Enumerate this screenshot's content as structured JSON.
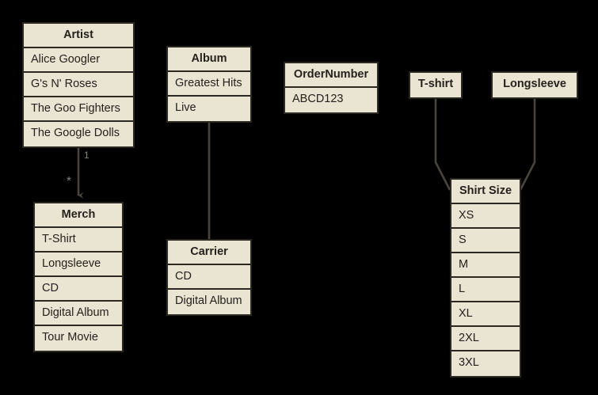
{
  "diagram": {
    "type": "entity-relationship",
    "background_color": "#000000",
    "entity_fill_color": "#EAE4D3",
    "entity_border_color": "#2B2721",
    "text_color": "#25211C",
    "connector_color": "#4A443C",
    "label_color": "#8A8478"
  },
  "entities": {
    "artist": {
      "title": "Artist",
      "rows": [
        "Alice Googler",
        "G's N' Roses",
        "The Goo Fighters",
        "The Google Dolls"
      ]
    },
    "album": {
      "title": "Album",
      "rows": [
        "Greatest Hits",
        "Live"
      ]
    },
    "order_number": {
      "title": "OrderNumber",
      "rows": [
        "ABCD123"
      ]
    },
    "tshirt": {
      "title": "T-shirt",
      "rows": []
    },
    "longsleeve": {
      "title": "Longsleeve",
      "rows": []
    },
    "merch": {
      "title": "Merch",
      "rows": [
        "T-Shirt",
        "Longsleeve",
        "CD",
        "Digital Album",
        "Tour Movie"
      ]
    },
    "carrier": {
      "title": "Carrier",
      "rows": [
        "CD",
        "Digital Album"
      ]
    },
    "shirt_size": {
      "title": "Shirt Size",
      "rows": [
        "XS",
        "S",
        "M",
        "L",
        "XL",
        "2XL",
        "3XL"
      ]
    }
  },
  "connectors": {
    "artist_to_merch": {
      "from": "artist",
      "to": "merch",
      "source_cardinality": "1",
      "target_cardinality": "*",
      "arrow": "down"
    },
    "album_to_carrier": {
      "from": "album",
      "to": "carrier",
      "source_cardinality": "",
      "target_cardinality": "",
      "arrow": "none"
    },
    "tshirt_to_shirt_size": {
      "from": "tshirt",
      "to": "shirt_size",
      "source_cardinality": "",
      "target_cardinality": "",
      "arrow": "none"
    },
    "longsleeve_to_shirt_size": {
      "from": "longsleeve",
      "to": "shirt_size",
      "source_cardinality": "",
      "target_cardinality": "",
      "arrow": "none"
    }
  }
}
